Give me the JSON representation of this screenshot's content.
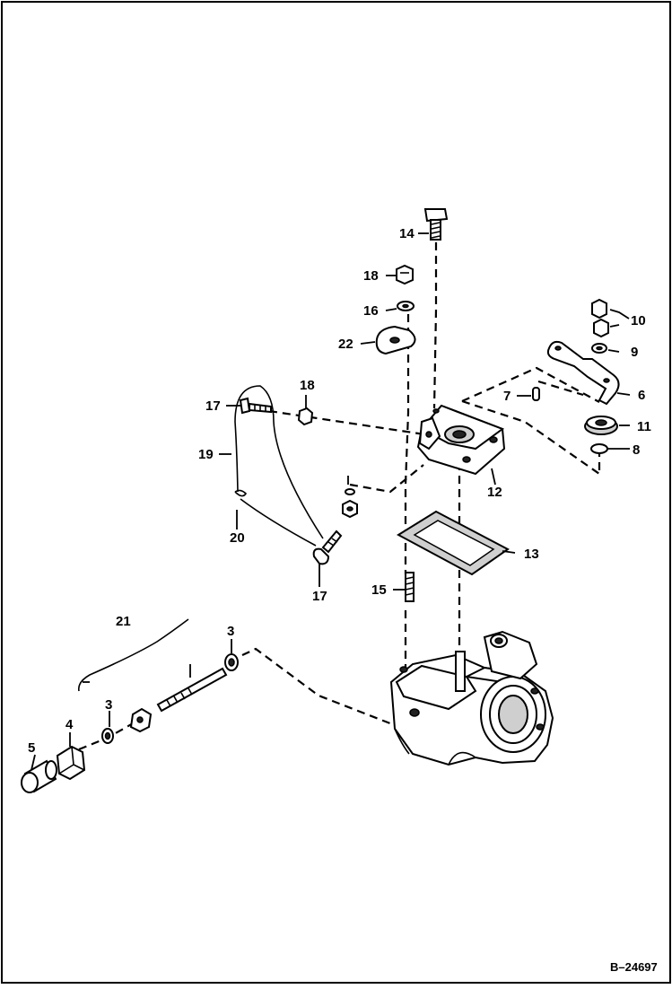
{
  "figure_id": "B–24697",
  "callouts": [
    {
      "key": "c14",
      "text": "14"
    },
    {
      "key": "c18a",
      "text": "18"
    },
    {
      "key": "c16",
      "text": "16"
    },
    {
      "key": "c22",
      "text": "22"
    },
    {
      "key": "c10",
      "text": "10"
    },
    {
      "key": "c9",
      "text": "9"
    },
    {
      "key": "c7",
      "text": "7"
    },
    {
      "key": "c6",
      "text": "6"
    },
    {
      "key": "c11",
      "text": "11"
    },
    {
      "key": "c8",
      "text": "8"
    },
    {
      "key": "c17a",
      "text": "17"
    },
    {
      "key": "c18b",
      "text": "18"
    },
    {
      "key": "c19",
      "text": "19"
    },
    {
      "key": "c12",
      "text": "12"
    },
    {
      "key": "c20",
      "text": "20"
    },
    {
      "key": "c13",
      "text": "13"
    },
    {
      "key": "c15",
      "text": "15"
    },
    {
      "key": "c17b",
      "text": "17"
    },
    {
      "key": "c21",
      "text": "21"
    },
    {
      "key": "c3a",
      "text": "3"
    },
    {
      "key": "c3b",
      "text": "3"
    },
    {
      "key": "c4",
      "text": "4"
    },
    {
      "key": "c5",
      "text": "5"
    }
  ]
}
